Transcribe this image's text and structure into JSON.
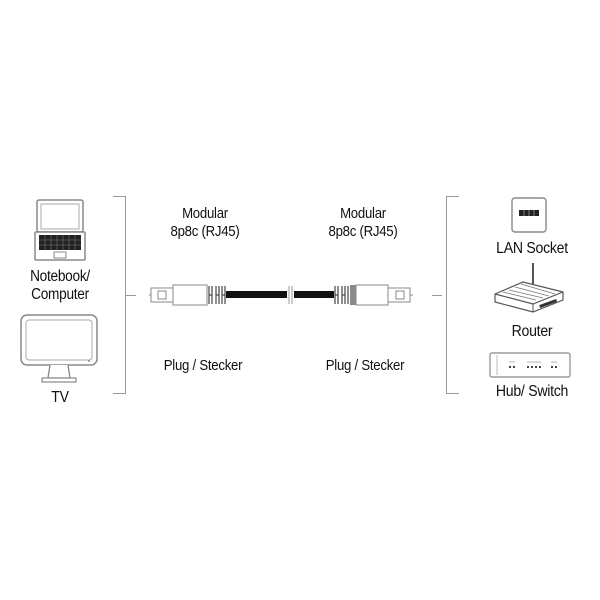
{
  "diagram": {
    "left_devices": [
      {
        "label": "Notebook/\nComputer",
        "line1": "Notebook/",
        "line2": "Computer",
        "icon": "laptop-icon"
      },
      {
        "label": "TV",
        "icon": "tv-icon"
      }
    ],
    "cable": {
      "left_connector": {
        "title_line1": "Modular",
        "title_line2": "8p8c (RJ45)",
        "type": "Plug / Stecker"
      },
      "right_connector": {
        "title_line1": "Modular",
        "title_line2": "8p8c (RJ45)",
        "type": "Plug / Stecker"
      },
      "icon": "ethernet-cable-icon"
    },
    "right_devices": [
      {
        "label": "LAN Socket",
        "icon": "lan-socket-icon"
      },
      {
        "label": "Router",
        "icon": "router-icon"
      },
      {
        "label": "Hub/ Switch",
        "icon": "hub-switch-icon"
      }
    ]
  },
  "colors": {
    "line": "#9a9a9a",
    "cable": "#111111",
    "text": "#111111"
  }
}
